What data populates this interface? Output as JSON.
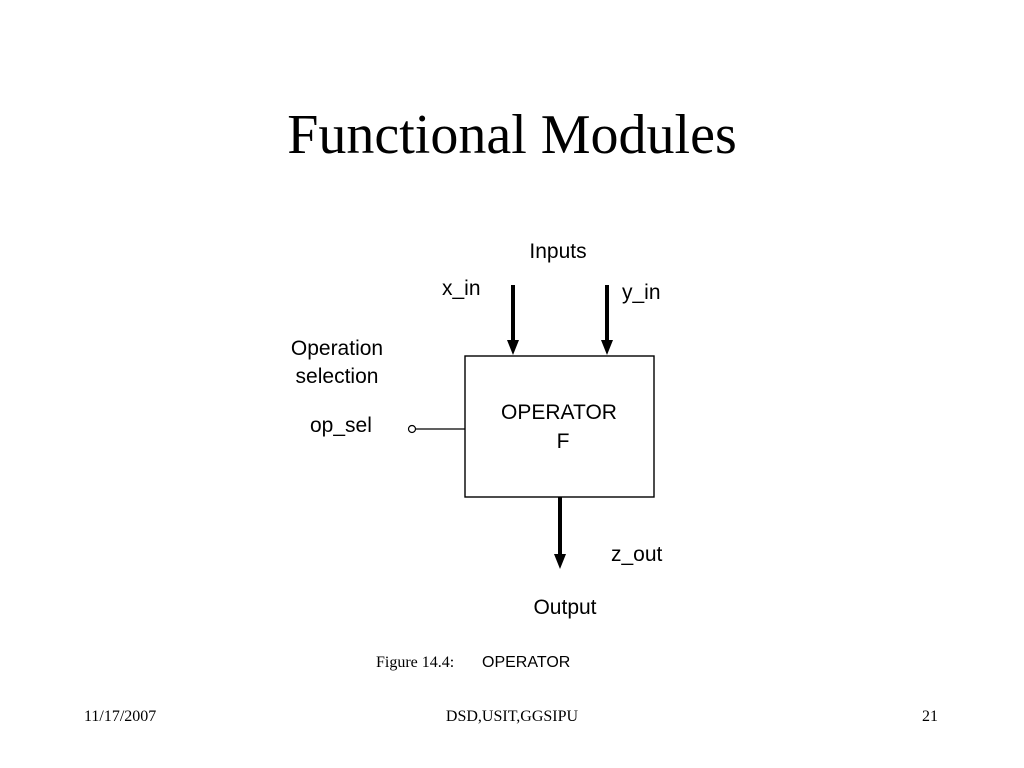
{
  "slide": {
    "title": "Functional Modules"
  },
  "diagram": {
    "inputs_label": "Inputs",
    "x_in": "x_in",
    "y_in": "y_in",
    "op_selection_line1": "Operation",
    "op_selection_line2": "selection",
    "op_sel": "op_sel",
    "box_line1": "OPERATOR",
    "box_line2": "F",
    "z_out": "z_out",
    "output_label": "Output",
    "caption_number": "Figure 14.4:",
    "caption_name": "OPERATOR"
  },
  "footer": {
    "date": "11/17/2007",
    "center": "DSD,USIT,GGSIPU",
    "page": "21"
  }
}
